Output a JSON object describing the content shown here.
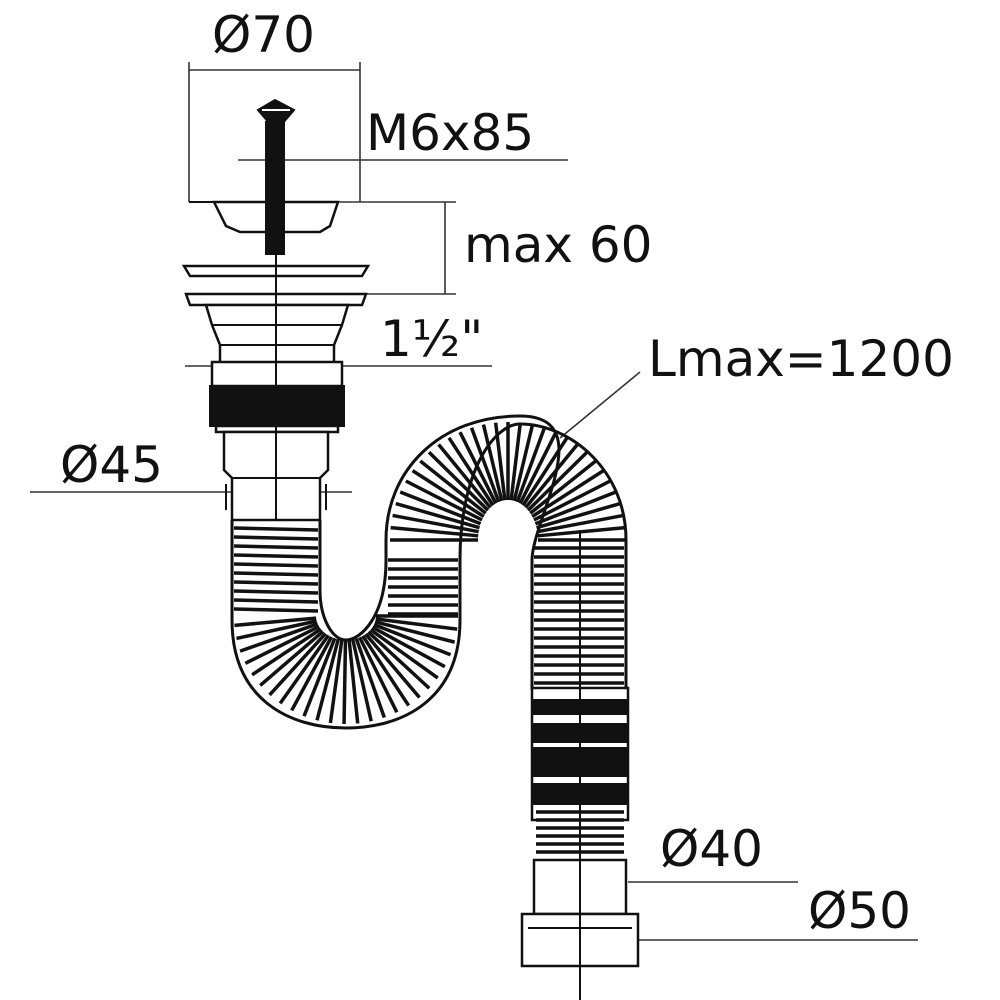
{
  "labels": {
    "d70": "Ø70",
    "m6x85": "M6x85",
    "max60": "max 60",
    "thread": "1½\"",
    "lmax": "Lmax=1200",
    "d45": "Ø45",
    "d40": "Ø40",
    "d50": "Ø50"
  },
  "colors": {
    "line": "#111111",
    "background": "#ffffff"
  }
}
